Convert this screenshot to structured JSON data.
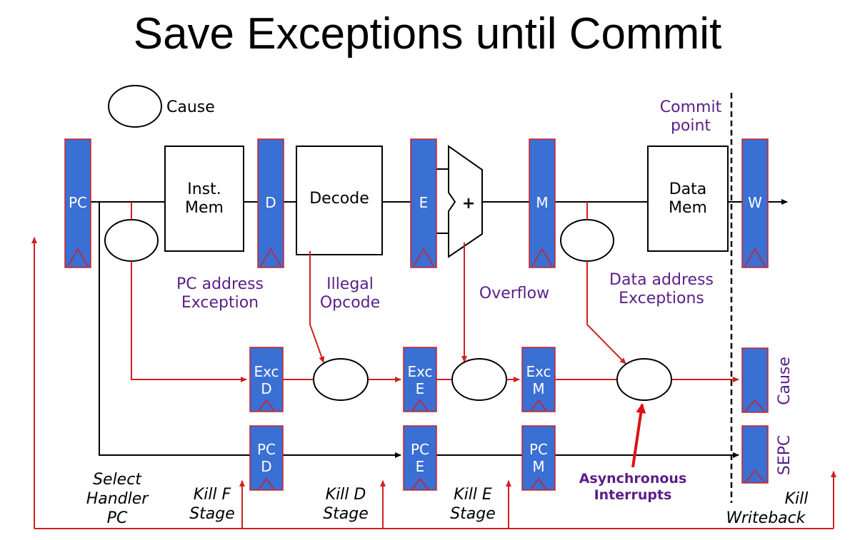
{
  "title": "Save Exceptions until Commit",
  "legend": {
    "cause": "Cause"
  },
  "commit": {
    "line1": "Commit",
    "line2": "point"
  },
  "pipeline_regs": {
    "pc": "PC",
    "d": "D",
    "e": "E",
    "m": "M",
    "w": "W"
  },
  "units": {
    "inst_mem_1": "Inst.",
    "inst_mem_2": "Mem",
    "decode": "Decode",
    "adder": "+",
    "data_mem_1": "Data",
    "data_mem_2": "Mem"
  },
  "exceptions": {
    "pc_addr_1": "PC address",
    "pc_addr_2": "Exception",
    "illegal_1": "Illegal",
    "illegal_2": "Opcode",
    "overflow": "Overflow",
    "data_addr_1": "Data address",
    "data_addr_2": "Exceptions"
  },
  "exc_regs": {
    "exc": "Exc",
    "d": "D",
    "e": "E",
    "m": "M"
  },
  "pc_regs": {
    "pc": "PC",
    "d": "D",
    "e": "E",
    "m": "M"
  },
  "final_regs": {
    "cause": "Cause",
    "sepc": "SEPC"
  },
  "async": {
    "line1": "Asynchronous",
    "line2": "Interrupts"
  },
  "kills": {
    "select_1": "Select",
    "select_2": "Handler",
    "select_3": "PC",
    "kill_f_1": "Kill F",
    "kill_f_2": "Stage",
    "kill_d_1": "Kill D",
    "kill_d_2": "Stage",
    "kill_e_1": "Kill E",
    "kill_e_2": "Stage",
    "kill_wb_1": "Kill",
    "kill_wb_2": "Writeback"
  },
  "colors": {
    "register": "#3a6fd4",
    "wire_red": "#d02020",
    "label_purple": "#5b1e87"
  }
}
